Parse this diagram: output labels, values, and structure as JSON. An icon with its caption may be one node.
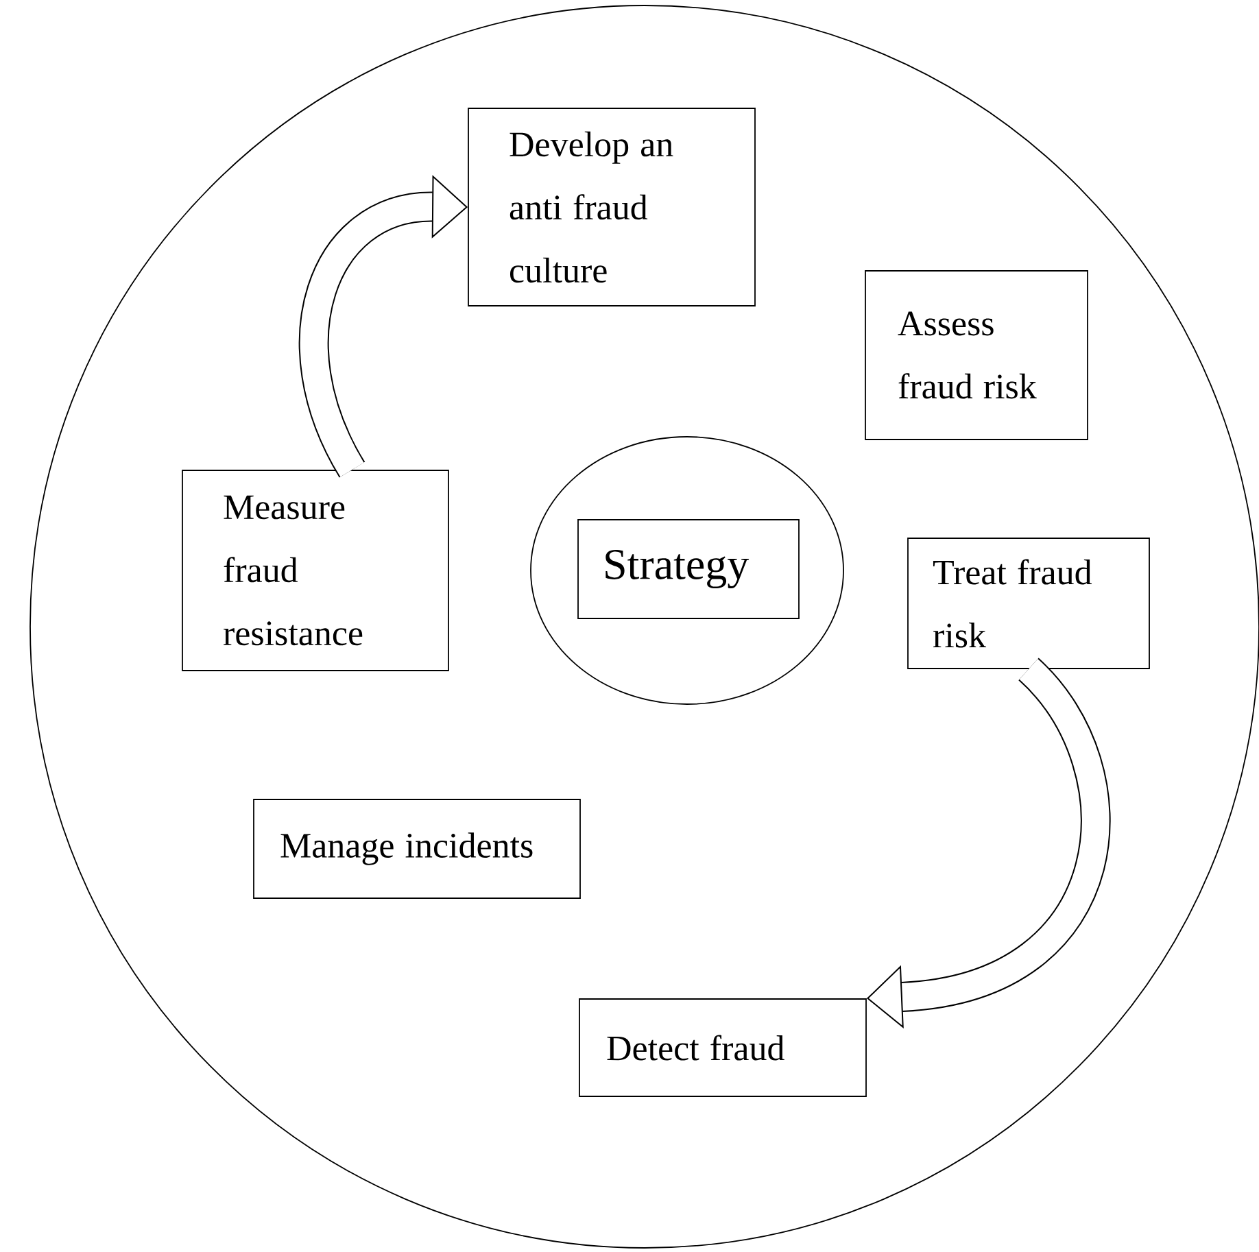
{
  "diagram": {
    "nodes": [
      {
        "text": [],
        "shape": "circle"
      },
      {
        "text": [
          "Develop an anti fraud culture"
        ],
        "in": 0
      },
      {
        "text": [
          "Assess fraud risk"
        ],
        "in": 0
      },
      {
        "text": [
          "Measure fraud resistance"
        ],
        "in": 0
      },
      {
        "text": [],
        "shape": "circle",
        "in": 0
      },
      {
        "text": [
          "Strategy"
        ],
        "in": 4
      },
      {
        "text": [
          "Treat fraud risk"
        ],
        "in": 0
      },
      {
        "text": [
          "Manage incidents"
        ],
        "in": 0
      },
      {
        "text": [
          "Detect fraud"
        ],
        "in": 0
      }
    ],
    "edges": [
      {
        "from": 3,
        "to": 1,
        "arrow": "to"
      },
      {
        "from": 6,
        "to": 8,
        "arrow": "to"
      }
    ]
  }
}
